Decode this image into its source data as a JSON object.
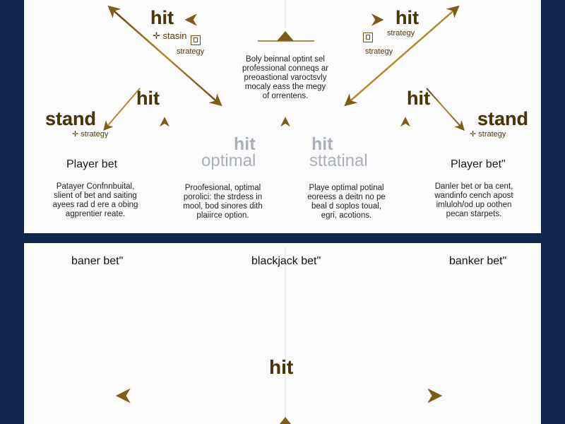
{
  "colors": {
    "background": "#13254d",
    "panel": "#fbfbfc",
    "gold": "#8a6a1e",
    "ghost_text": "#a9b0ba"
  },
  "top": {
    "hit_top_left": "hit",
    "stasin_label": "stasin",
    "strategy_top_left": "strategy",
    "hit_top_right": "hit",
    "strategy_top_right_a": "strategy",
    "strategy_top_right_b": "strategy",
    "center_text": [
      "Boly beinnal optint sel",
      "professional conneqs ar",
      "preoastional varoctsvly",
      "mocaly eass the megy",
      "of orrentens."
    ],
    "hit_mid_left": "hit",
    "hit_mid_right": "hit",
    "stand_left": "stand",
    "strategy_left": "strategy",
    "stand_right": "stand",
    "strategy_right": "strategy",
    "ghost_hit_left": "hit",
    "ghost_optimal": "optimal",
    "ghost_hit_right": "hit",
    "ghost_sttatinal": "sttatinal",
    "col1_title": "Player bet",
    "col1_text": [
      "Patayer Confnnbuital,",
      "slient of bet and saiting",
      "ayees rad d ere a obing",
      "agprentier reate."
    ],
    "col2_text": [
      "Proofesional, optimal",
      "porolici: the strdess in",
      "mool, bod sinores dith",
      "plaiirce option."
    ],
    "col3_text": [
      "Playe optimal potinal",
      "eoreess a deitn no pe",
      "beal d soplos toual,",
      "egri, acotions."
    ],
    "col4_title": "Player bet\"",
    "col4_text": [
      "Danler bet or ba cent,",
      "wandinfo cench apost",
      "imluloh/od up oothen",
      "pecan starpets."
    ]
  },
  "bottom": {
    "banker_left": "baner bet\"",
    "blackjack": "blackjack bet\"",
    "banker_right": "banker bet\"",
    "hit": "hit"
  }
}
